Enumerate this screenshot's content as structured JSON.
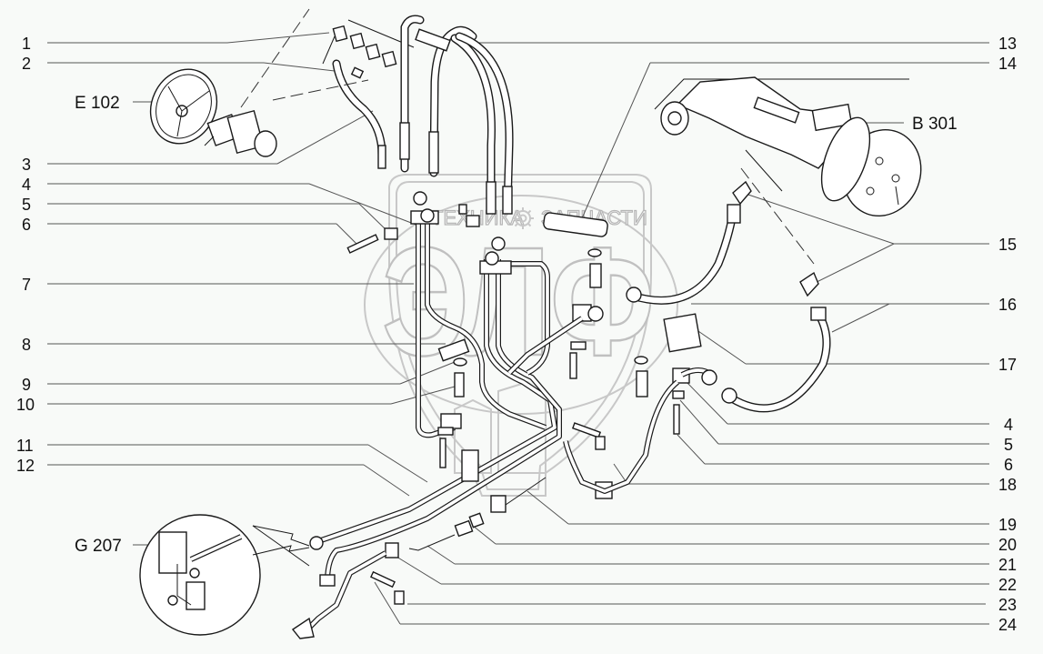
{
  "diagram": {
    "type": "exploded-parts-view",
    "subject": "hydraulic lines assembly",
    "watermark": {
      "left_text": "ТЕХНИКА",
      "right_text": "ЗАПЧАСТИ",
      "logo_text": "ЭЛФ",
      "gear_icon": "gear-icon"
    },
    "reference_labels": [
      {
        "id": "E 102",
        "side": "left",
        "describes": "steering wheel / steering unit"
      },
      {
        "id": "G 207",
        "side": "left",
        "describes": "detail inset circle"
      },
      {
        "id": "B 301",
        "side": "right",
        "describes": "axle with wheel hub"
      }
    ],
    "callouts_left": [
      "1",
      "2",
      "3",
      "4",
      "5",
      "6",
      "7",
      "8",
      "9",
      "10",
      "11",
      "12"
    ],
    "callouts_right": [
      "13",
      "14",
      "15",
      "16",
      "17",
      "4",
      "5",
      "6",
      "18",
      "19",
      "20",
      "21",
      "22",
      "23",
      "24"
    ]
  }
}
